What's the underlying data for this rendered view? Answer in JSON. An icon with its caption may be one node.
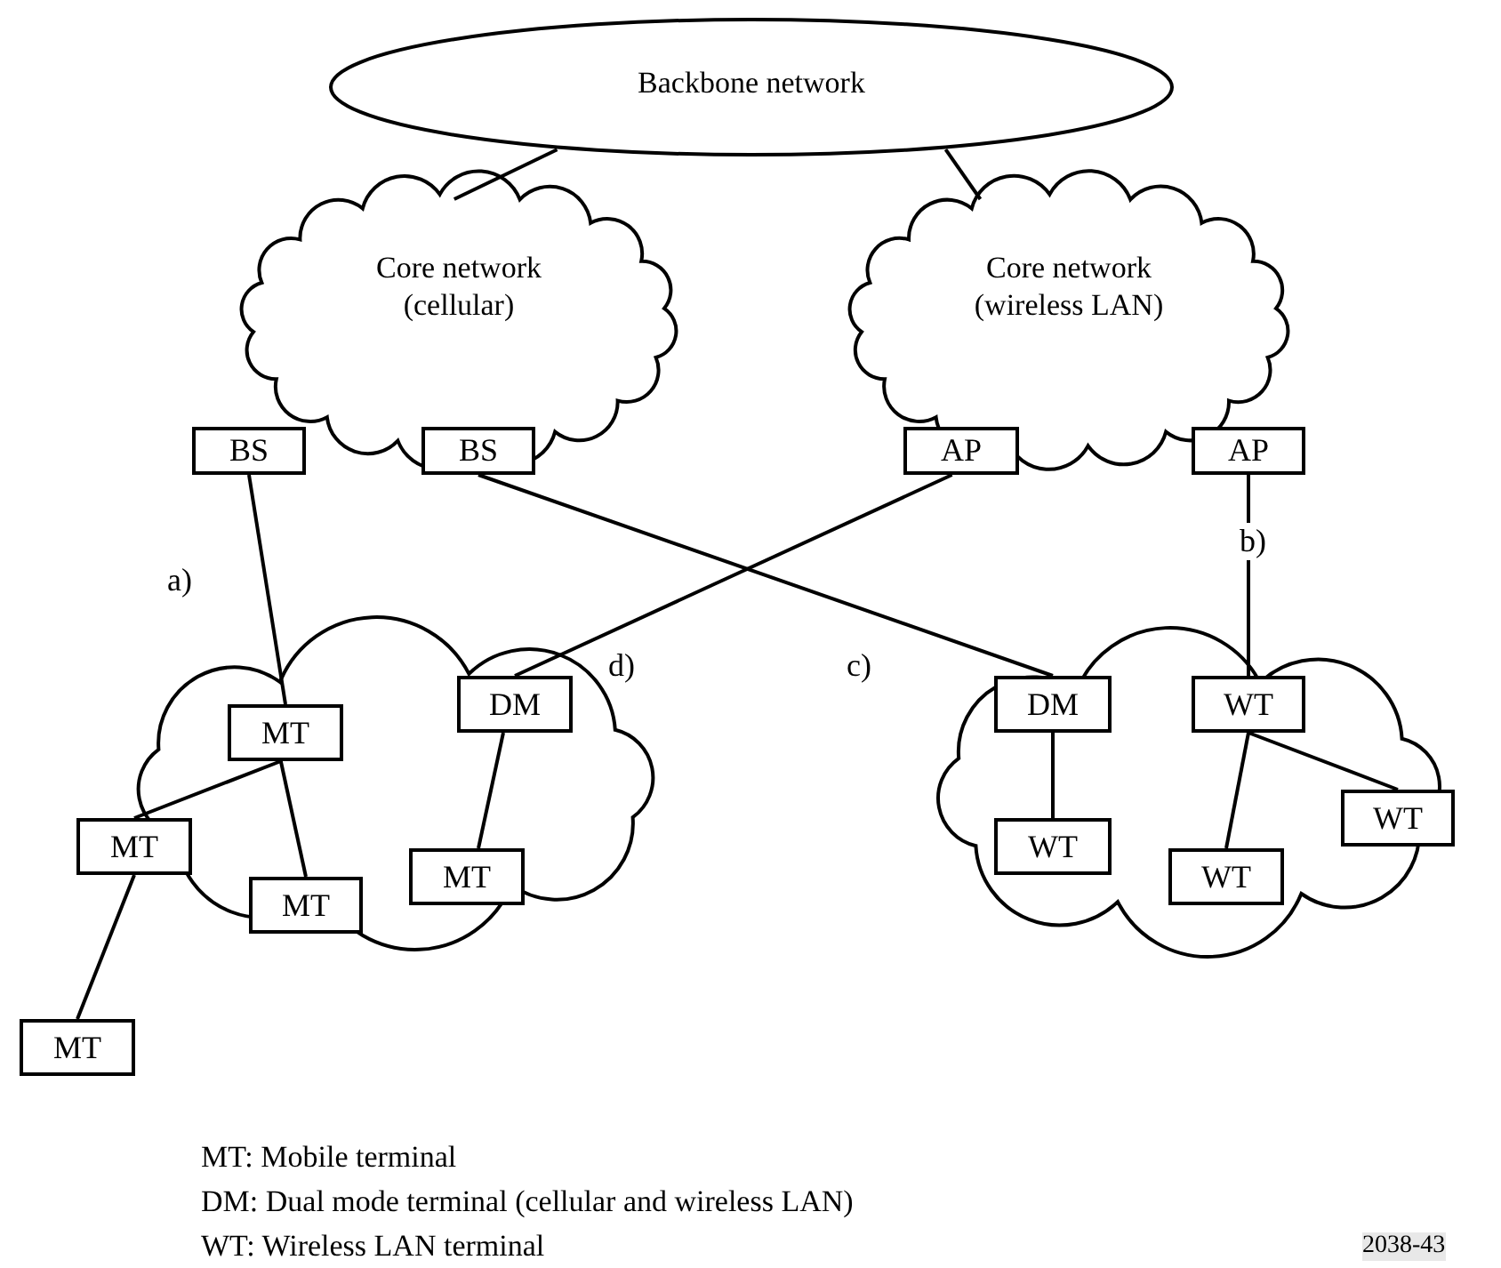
{
  "diagram": {
    "nodes": [
      {
        "text": [
          "Backbone network"
        ]
      },
      {
        "text": [
          "Core network (cellular)"
        ]
      },
      {
        "text": [
          "Core network (wireless LAN)"
        ]
      },
      {
        "text": [
          "BS"
        ]
      },
      {
        "text": [
          "BS"
        ]
      },
      {
        "text": [
          "AP"
        ]
      },
      {
        "text": [
          "AP"
        ]
      },
      {
        "text": [],
        "shape": "cloud"
      },
      {
        "text": [
          "MT"
        ],
        "in": 7
      },
      {
        "text": [
          "DM"
        ],
        "in": 7
      },
      {
        "text": [
          "MT"
        ]
      },
      {
        "text": [
          "MT"
        ],
        "in": 7
      },
      {
        "text": [
          "MT"
        ],
        "in": 7
      },
      {
        "text": [
          "MT"
        ]
      },
      {
        "text": [],
        "shape": "cloud"
      },
      {
        "text": [
          "DM"
        ],
        "in": 14
      },
      {
        "text": [
          "WT"
        ],
        "in": 14
      },
      {
        "text": [
          "WT"
        ],
        "in": 14
      },
      {
        "text": [
          "WT"
        ],
        "in": 14
      },
      {
        "text": [
          "WT"
        ],
        "in": 14
      }
    ],
    "edges": [
      {
        "from": 0,
        "to": 1,
        "arrow": "none"
      },
      {
        "from": 0,
        "to": 2,
        "arrow": "none"
      },
      {
        "from": 3,
        "to": 8,
        "arrow": "none",
        "label": "a)"
      },
      {
        "from": 6,
        "to": 16,
        "arrow": "none",
        "label": "b)"
      },
      {
        "from": 4,
        "to": 15,
        "arrow": "none",
        "label": "c)"
      },
      {
        "from": 5,
        "to": 9,
        "arrow": "none",
        "label": "d)"
      },
      {
        "from": 8,
        "to": 10,
        "arrow": "none"
      },
      {
        "from": 8,
        "to": 11,
        "arrow": "none"
      },
      {
        "from": 10,
        "to": 13,
        "arrow": "none"
      },
      {
        "from": 9,
        "to": 12,
        "arrow": "none"
      },
      {
        "from": 15,
        "to": 17,
        "arrow": "none"
      },
      {
        "from": 16,
        "to": 18,
        "arrow": "none"
      },
      {
        "from": 16,
        "to": 19,
        "arrow": "none"
      }
    ],
    "labels": [
      "MT: Mobile terminal",
      "DM: Dual mode terminal (cellular and wireless LAN)",
      "WT: Wireless LAN terminal",
      "2038-43"
    ]
  }
}
